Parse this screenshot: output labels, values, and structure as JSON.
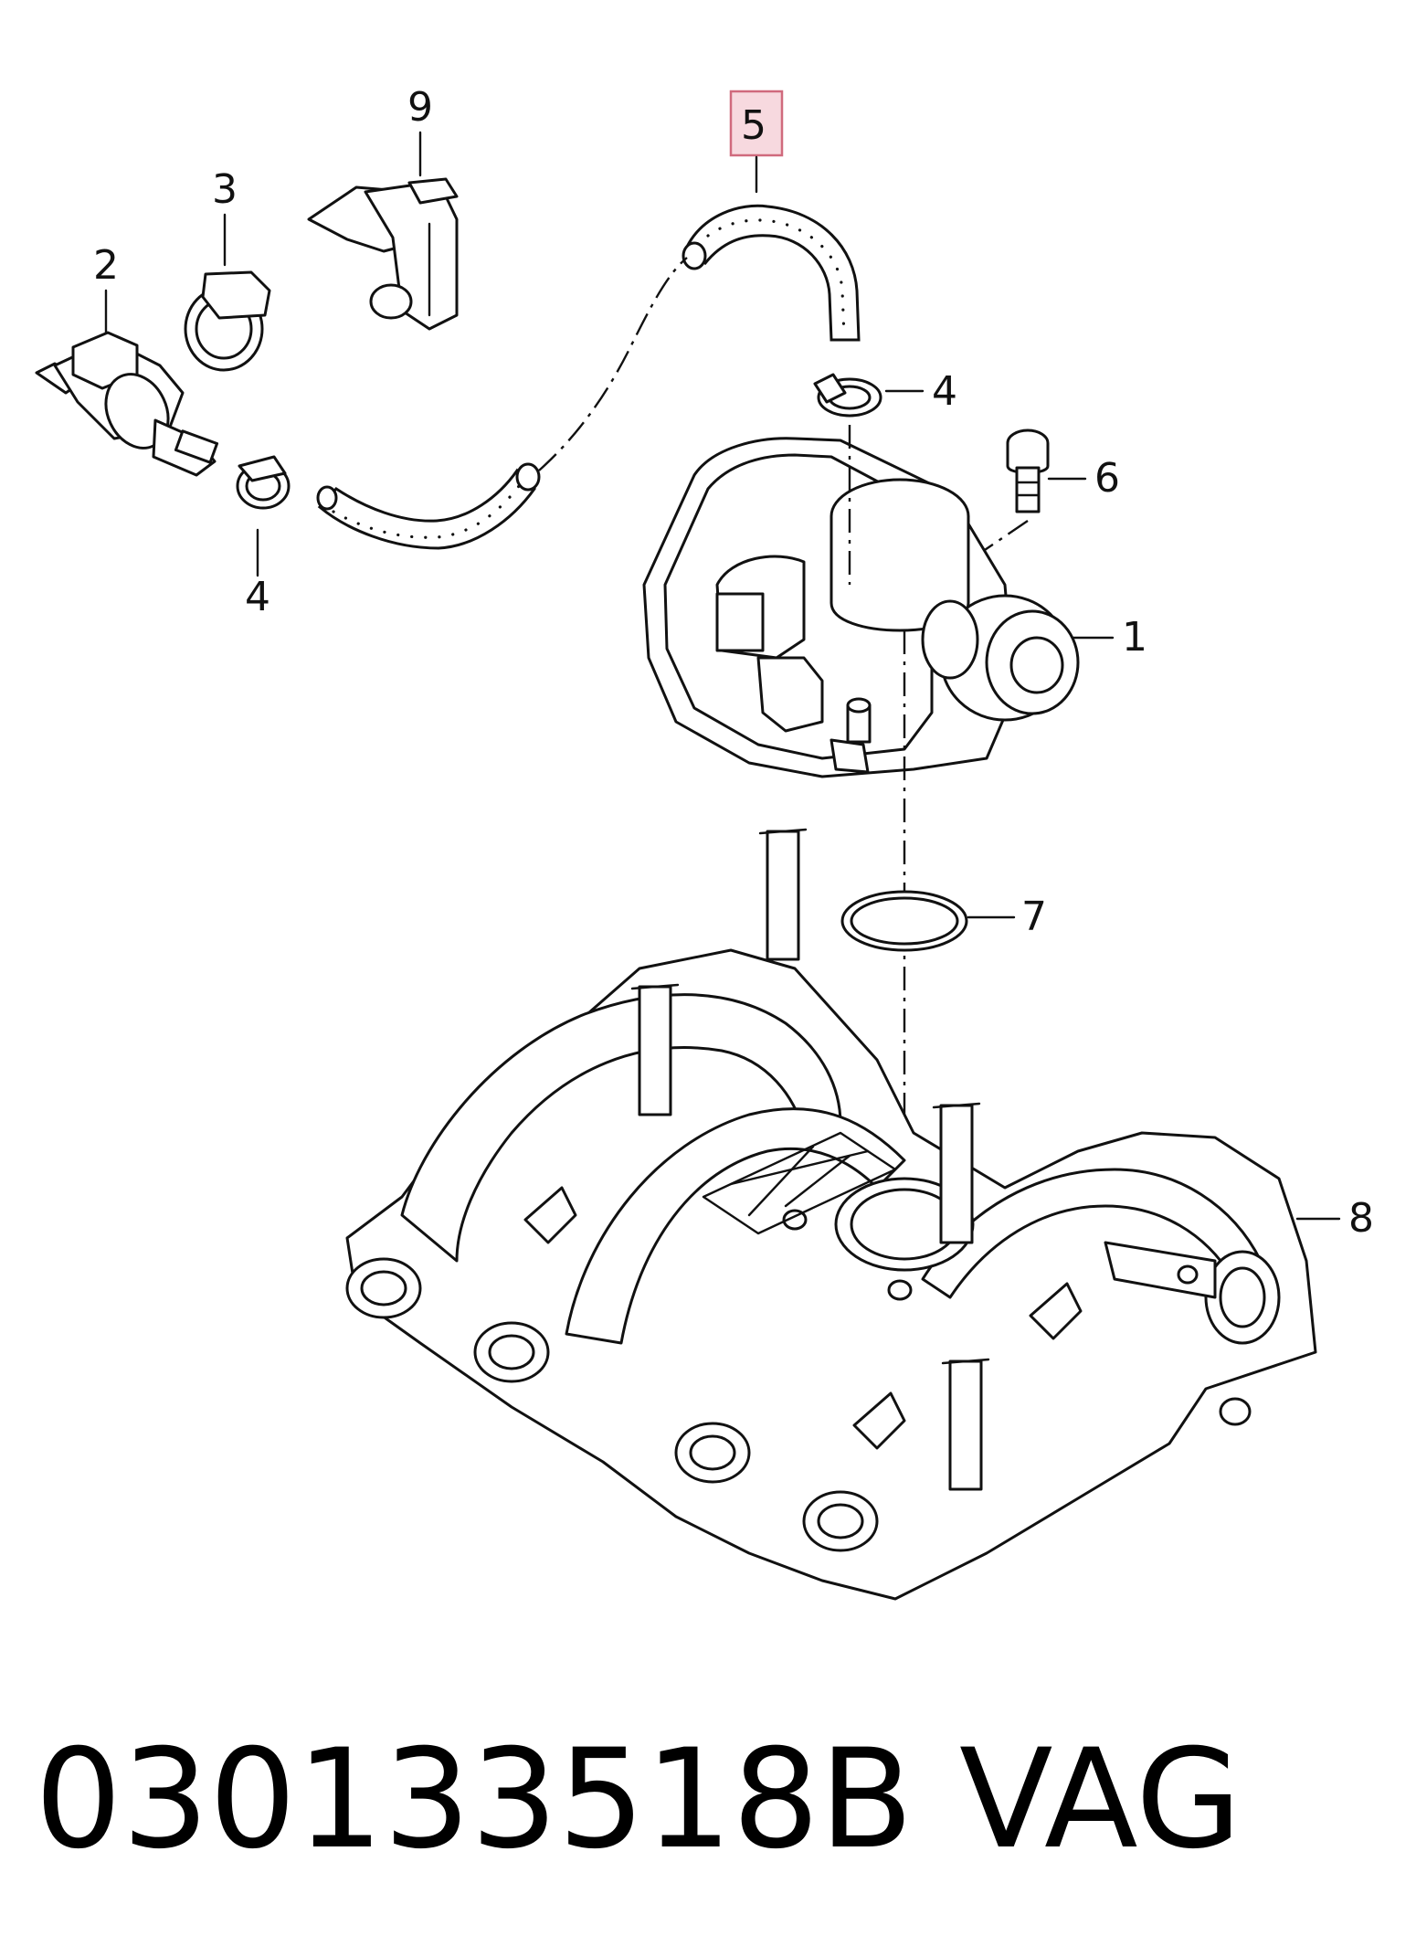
{
  "diagram": {
    "highlight_color": "#f7d9df",
    "highlight_border": "#d06a7d",
    "callouts": {
      "c1": "1",
      "c2": "2",
      "c3": "3",
      "c4a": "4",
      "c4b": "4",
      "c5": "5",
      "c6": "6",
      "c7": "7",
      "c8": "8",
      "c9": "9"
    }
  },
  "footer": {
    "part_number": "030133518B",
    "brand": "VAG"
  }
}
